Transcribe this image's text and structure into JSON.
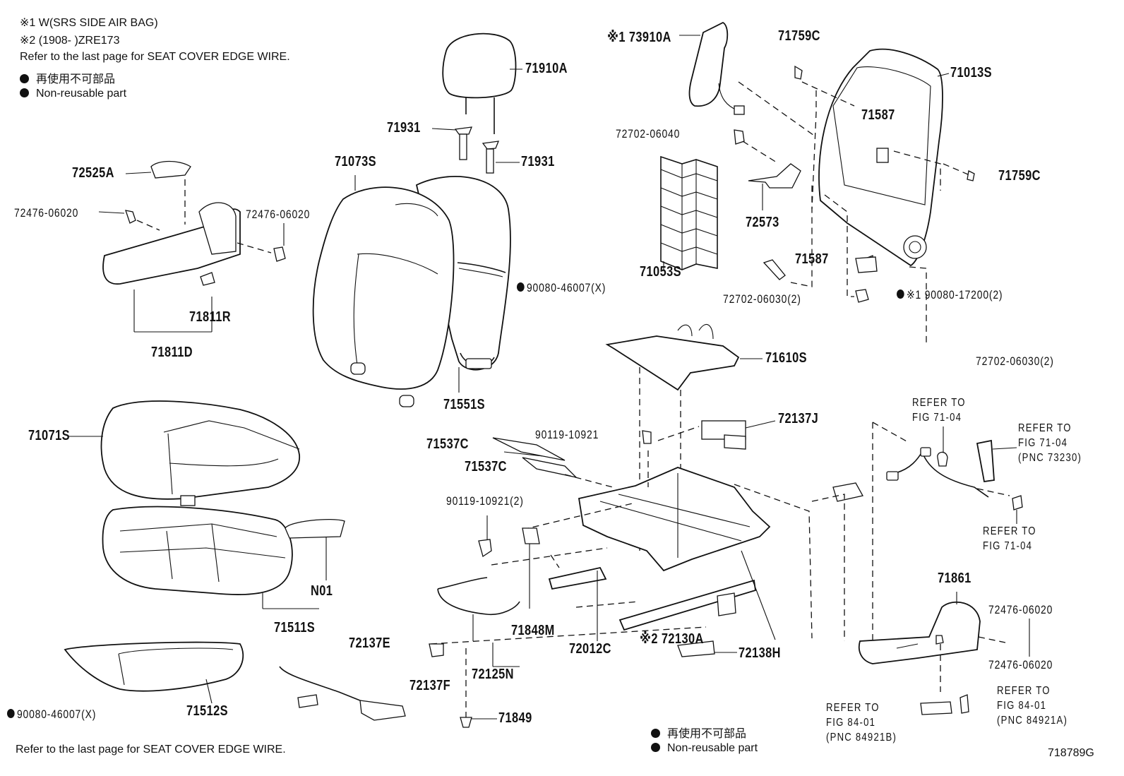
{
  "notes": {
    "line1": "※1 W(SRS SIDE AIR BAG)",
    "line2": "※2 (1908-    )ZRE173",
    "line3": "Refer to the last page for SEAT COVER EDGE WIRE.",
    "legend_jp": "再使用不可部品",
    "legend_en": "Non-reusable part",
    "bottom_legend_jp": "再使用不可部品",
    "bottom_legend_en": "Non-reusable part",
    "bottom_refer": "Refer to the last page for SEAT COVER EDGE WIRE.",
    "figure_id": "718789G"
  },
  "callouts": {
    "c71910A": "71910A",
    "c71931a": "71931",
    "c71931b": "71931",
    "c72525A": "72525A",
    "c72476a": "72476-06020",
    "c72476b": "72476-06020",
    "c71073S": "71073S",
    "c71811R": "71811R",
    "c71811D": "71811D",
    "c71551S": "71551S",
    "c90080a": "90080-46007(X)",
    "c71071S": "71071S",
    "cN01": "N01",
    "c71511S": "71511S",
    "c71512S": "71512S",
    "c90080b": "90080-46007(X)",
    "c73910A": "※1 73910A",
    "c71759Ca": "71759C",
    "c71013S": "71013S",
    "c71587a": "71587",
    "c72702a": "72702-06040",
    "c72573": "72573",
    "c71759Cb": "71759C",
    "c71053S": "71053S",
    "c71587b": "71587",
    "c72702b": "72702-06030(2)",
    "c90080c": "※1 90080-17200(2)",
    "c71610S": "71610S",
    "c72702c": "72702-06030(2)",
    "c72137J": "72137J",
    "c90119a": "90119-10921",
    "c71537Ca": "71537C",
    "c71537Cb": "71537C",
    "c90119b": "90119-10921(2)",
    "c71848M": "71848M",
    "c72012C": "72012C",
    "c72130A": "※2 72130A",
    "c72138H": "72138H",
    "c72137F": "72137F",
    "c72125N": "72125N",
    "c71849": "71849",
    "c72137E": "72137E",
    "c71861": "71861",
    "c72476c": "72476-06020",
    "c72476d": "72476-06020",
    "refA": [
      "REFER TO",
      "FIG 71-04"
    ],
    "refB": [
      "REFER TO",
      "FIG 71-04",
      "(PNC 73230)"
    ],
    "refC": [
      "REFER TO",
      "FIG 71-04"
    ],
    "refD": [
      "REFER TO",
      "FIG 84-01",
      "(PNC 84921B)"
    ],
    "refE": [
      "REFER TO",
      "FIG 84-01",
      "(PNC 84921A)"
    ]
  }
}
